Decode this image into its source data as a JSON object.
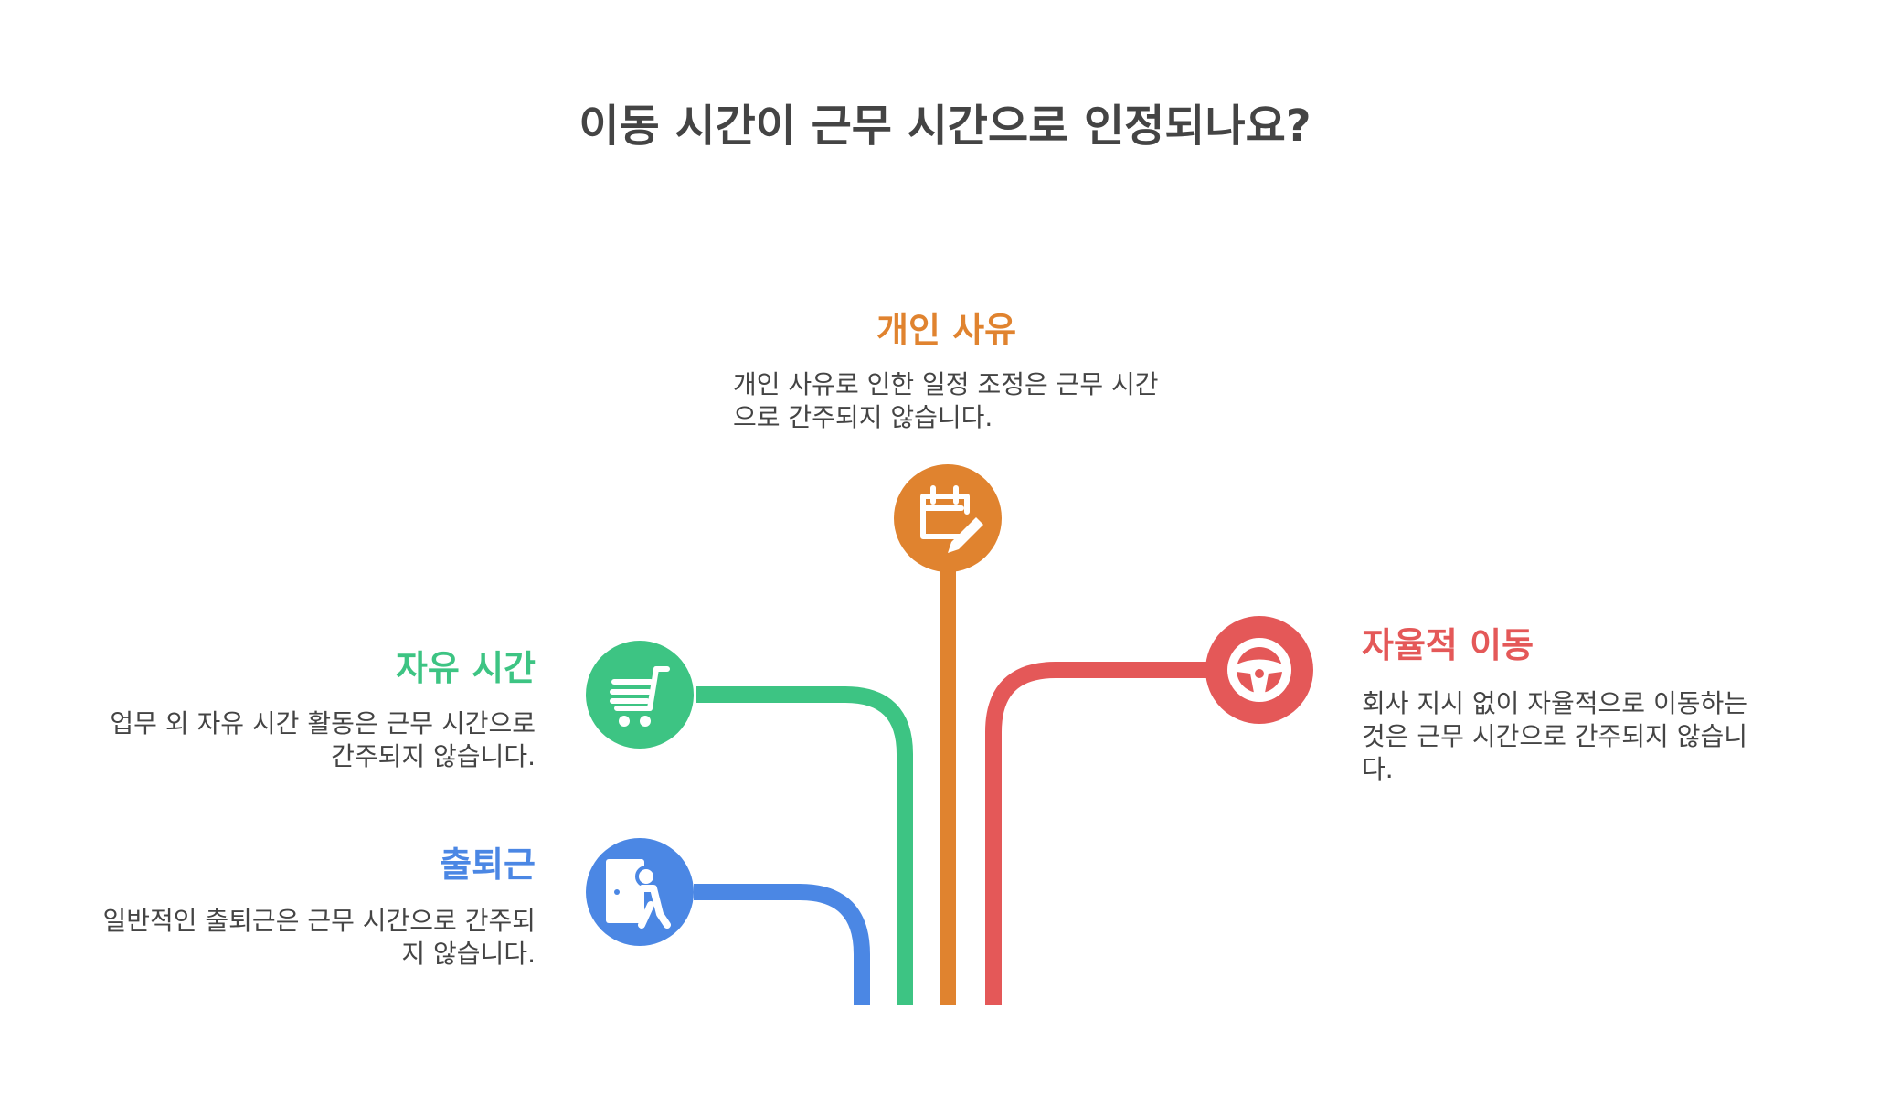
{
  "title": "이동 시간이 근무 시간으로 인정되나요?",
  "items": [
    {
      "key": "personal",
      "heading": "개인 사유",
      "description": "개인 사유로 인한 일정 조정은 근무 시간으로 간주되지 않습니다.",
      "color": "#E0832F",
      "icon": "calendar-edit-icon"
    },
    {
      "key": "free-time",
      "heading": "자유 시간",
      "description": "업무 외 자유 시간 활동은 근무 시간으로 간주되지 않습니다.",
      "color": "#3DC483",
      "icon": "shopping-cart-icon"
    },
    {
      "key": "commute",
      "heading": "출퇴근",
      "description": "일반적인 출퇴근은 근무 시간으로 간주되지 않습니다.",
      "color": "#4B87E4",
      "icon": "person-leaving-door-icon"
    },
    {
      "key": "autonomous",
      "heading": "자율적 이동",
      "description": "회사 지시 없이 자율적으로 이동하는 것은 근무 시간으로 간주되지 않습니다.",
      "color": "#E45858",
      "icon": "steering-wheel-icon"
    }
  ]
}
